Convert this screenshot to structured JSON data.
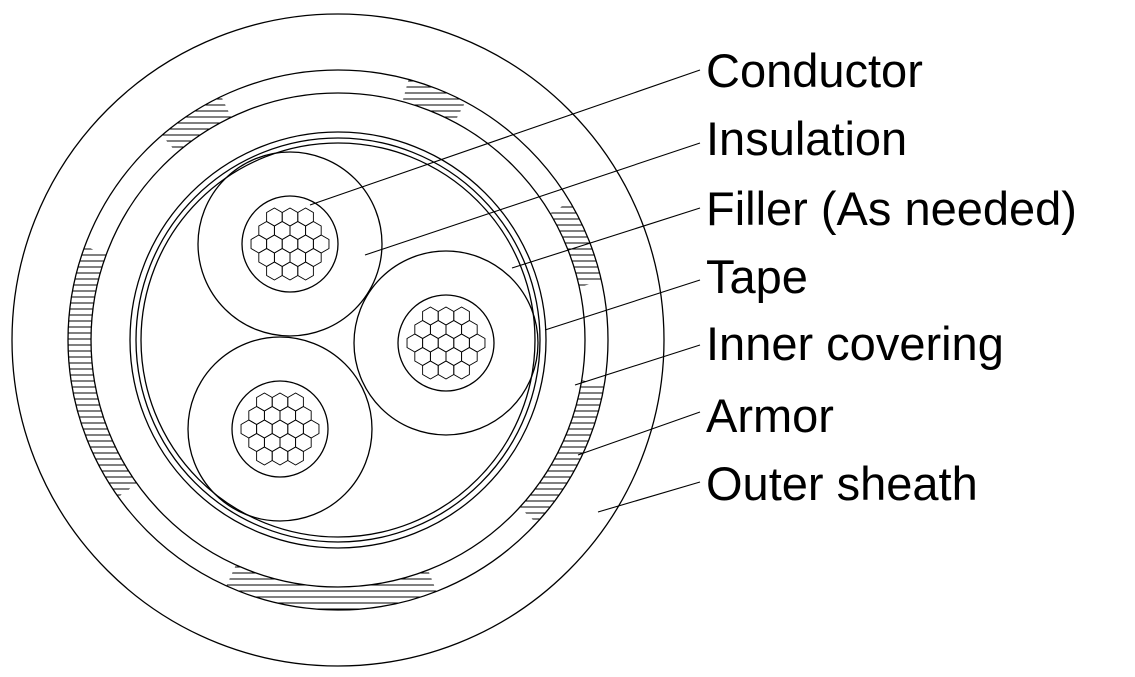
{
  "colors": {
    "stroke": "#000000",
    "background": "#ffffff"
  },
  "labels": [
    {
      "key": "conductor",
      "text": "Conductor"
    },
    {
      "key": "insulation",
      "text": "Insulation"
    },
    {
      "key": "filler",
      "text": "Filler (As needed)"
    },
    {
      "key": "tape",
      "text": "Tape"
    },
    {
      "key": "inner_covering",
      "text": "Inner covering"
    },
    {
      "key": "armor",
      "text": "Armor"
    },
    {
      "key": "outer_sheath",
      "text": "Outer sheath"
    }
  ]
}
